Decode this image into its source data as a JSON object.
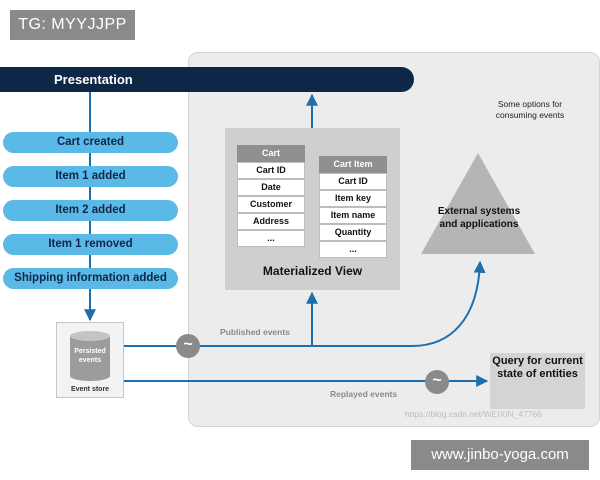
{
  "badges": {
    "top_left": "TG: MYYJJPP",
    "bottom_right": "www.jinbo-yoga.com"
  },
  "presentation": {
    "label": "Presentation"
  },
  "events": [
    "Cart created",
    "Item 1 added",
    "Item 2 added",
    "Item 1 removed",
    "Shipping information added"
  ],
  "event_store": {
    "cylinder_label": "Persisted events",
    "label": "Event store"
  },
  "materialized_view": {
    "label": "Materialized View",
    "cart_table": {
      "header": "Cart",
      "rows": [
        "Cart ID",
        "Date",
        "Customer",
        "Address",
        "..."
      ]
    },
    "cart_item_table": {
      "header": "Cart Item",
      "rows": [
        "Cart ID",
        "Item key",
        "Item name",
        "Quantity",
        "..."
      ]
    }
  },
  "options_note": "Some options for consuming events",
  "external": "External systems and applications",
  "query": "Query for current state of entities",
  "edges": {
    "published": "Published events",
    "replayed": "Replayed events",
    "tilde_symbol": "~"
  },
  "watermark": "https://blog.csdn.net/WEIXIN_47766",
  "colors": {
    "navy": "#0f2747",
    "event_blue": "#5bb9e8",
    "arrow_blue": "#1c6fae",
    "panel_gray": "#ececec"
  }
}
